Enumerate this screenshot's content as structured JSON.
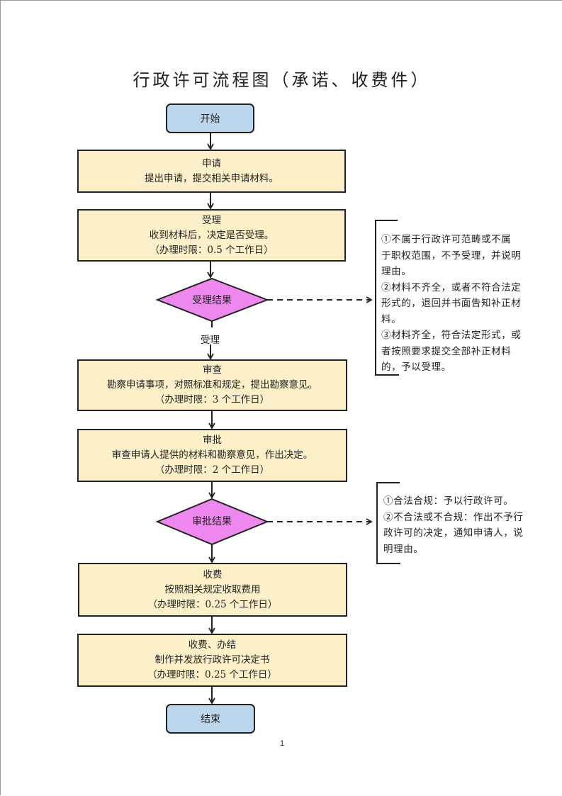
{
  "title": "行政许可流程图（承诺、收费件）",
  "nodes": {
    "start": {
      "label": "开始"
    },
    "apply": {
      "title": "申请",
      "desc": "提出申请，提交相关申请材料。"
    },
    "accept": {
      "title": "受理",
      "desc": "收到材料后，决定是否受理。",
      "time": "（办理时限：0.5 个工作日）"
    },
    "accept_result": {
      "label": "受理结果"
    },
    "review": {
      "title": "审查",
      "desc": "勘察申请事项，对照标准和规定，提出勘察意见。",
      "time": "（办理时限：3 个工作日）"
    },
    "approve": {
      "title": "审批",
      "desc": "审查申请人提供的材料和勘察意见，作出决定。",
      "time": "（办理时限：2 个工作日）"
    },
    "approve_result": {
      "label": "审批结果"
    },
    "fee": {
      "title": "收费",
      "desc": "按照相关规定收取费用",
      "time": "（办理时限：0.25 个工作日）"
    },
    "finish": {
      "title": "收费、办结",
      "desc": "制作并发放行政许可决定书",
      "time": "（办理时限：0.25 个工作日）"
    },
    "end": {
      "label": "结束"
    }
  },
  "edge_labels": {
    "accepted": "受理"
  },
  "notes": {
    "accept_result": [
      "①不属于行政许可范畴或不属",
      "于职权范围，不予受理，并说明",
      "理由。",
      "②材料不齐全，或者不符合法定",
      "形式的，退回并书面告知补正材",
      "料。",
      "③材料齐全，符合法定形式，或",
      "者按照要求提交全部补正材料",
      "的，予以受理。"
    ],
    "approve_result": [
      "①合法合规：予以行政许可。",
      "②不合法或不合规：作出不予行",
      "政许可的决定，通知申请人，说",
      "明理由。"
    ]
  },
  "page_number": "1",
  "colors": {
    "terminal_fill": "#bcd6ee",
    "process_fill": "#fdf0c8",
    "decision_fill": "#ee88ee",
    "stroke": "#222222"
  }
}
